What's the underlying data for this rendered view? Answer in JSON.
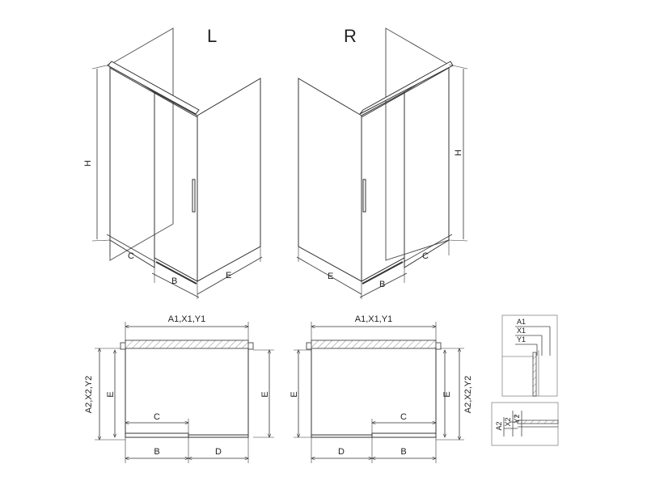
{
  "views": {
    "left_label": "L",
    "right_label": "R"
  },
  "dims": {
    "height": "H",
    "door_width": "B",
    "fixed_panel": "C",
    "side_panel": "E",
    "offset": "D",
    "top_width": "A1,X1,Y1",
    "side_depth": "A2,X2,Y2"
  },
  "detail": {
    "top_a1": "A1",
    "top_x1": "X1",
    "top_y1": "Y1",
    "bot_a2": "A2",
    "bot_x2": "X2",
    "bot_y2": "Y2"
  },
  "colors": {
    "line": "#333333",
    "hatch": "#888888"
  }
}
